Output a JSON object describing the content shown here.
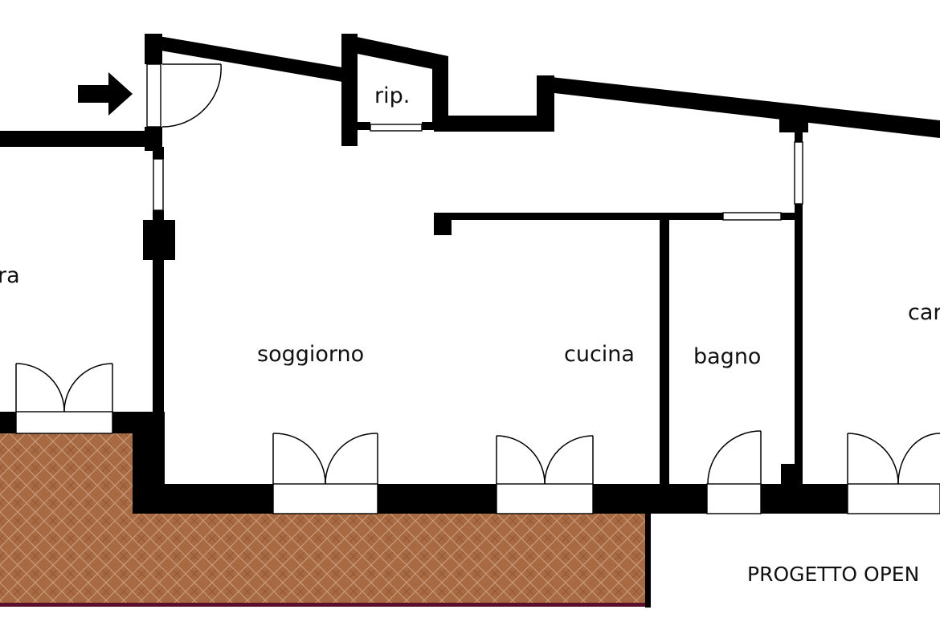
{
  "floorplan": {
    "rooms": {
      "room_left": "ra",
      "soggiorno": "soggiorno",
      "ripostiglio": "rip.",
      "cucina": "cucina",
      "bagno": "bagno",
      "room_right": "car"
    },
    "project_note": "PROGETTO OPEN",
    "colors": {
      "wall": "#000000",
      "terrace": "#a86a42",
      "terrace_grout": "#c79a7a",
      "terrace_edge": "#5a0f2a",
      "background": "#ffffff"
    },
    "icons": {
      "entrance": "entrance-arrow-icon"
    }
  }
}
